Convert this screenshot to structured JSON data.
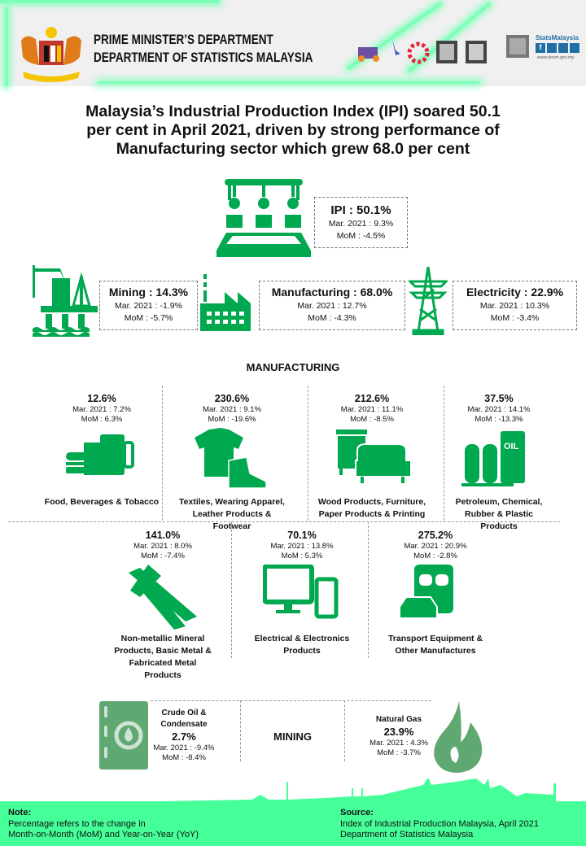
{
  "header": {
    "org_line1": "PRIME MINISTER’S DEPARTMENT",
    "org_line2": "DEPARTMENT OF STATISTICS MALAYSIA",
    "brand": "StatsMalaysia",
    "website": "www.dosm.gov.my"
  },
  "headline": [
    "Malaysia’s Industrial Production Index (IPI) soared 50.1",
    "per cent in April 2021, driven by strong performance of",
    "Manufacturing sector which grew 68.0 per cent"
  ],
  "ipi": {
    "title": "IPI : 50.1%",
    "mar": "Mar. 2021 : 9.3%",
    "mom": "MoM : -4.5%"
  },
  "sectors": {
    "mining": {
      "title": "Mining : 14.3%",
      "mar": "Mar. 2021 : -1.9%",
      "mom": "MoM : -5.7%"
    },
    "manufacturing": {
      "title": "Manufacturing : 68.0%",
      "mar": "Mar. 2021 : 12.7%",
      "mom": "MoM : -4.3%"
    },
    "electricity": {
      "title": "Electricity : 22.9%",
      "mar": "Mar. 2021 : 10.3%",
      "mom": "MoM : -3.4%"
    }
  },
  "manufacturing_section": {
    "title": "MANUFACTURING",
    "items": [
      {
        "pct": "12.6%",
        "mar": "Mar. 2021 : 7.2%",
        "mom": "MoM : 6.3%",
        "name": "Food, Beverages & Tobacco",
        "icon": "food-icon"
      },
      {
        "pct": "230.6%",
        "mar": "Mar. 2021 : 9.1%",
        "mom": "MoM : -19.6%",
        "name": "Textiles, Wearing Apparel, Leather Products & Footwear",
        "icon": "apparel-icon"
      },
      {
        "pct": "212.6%",
        "mar": "Mar. 2021 : 11.1%",
        "mom": "MoM : -8.5%",
        "name": "Wood Products, Furniture, Paper Products & Printing",
        "icon": "furniture-icon"
      },
      {
        "pct": "37.5%",
        "mar": "Mar. 2021 : 14.1%",
        "mom": "MoM : -13.3%",
        "name": "Petroleum, Chemical, Rubber & Plastic Products",
        "icon": "oil-tank-icon"
      },
      {
        "pct": "141.0%",
        "mar": "Mar. 2021 : 8.0%",
        "mom": "MoM : -7.4%",
        "name": "Non-metallic Mineral Products, Basic Metal & Fabricated Metal Products",
        "icon": "steel-beam-icon"
      },
      {
        "pct": "70.1%",
        "mar": "Mar. 2021 : 13.8%",
        "mom": "MoM : 5.3%",
        "name": "Electrical & Electronics Products",
        "icon": "computer-phone-icon"
      },
      {
        "pct": "275.2%",
        "mar": "Mar. 2021 : 20.9%",
        "mom": "MoM : -2.8%",
        "name": "Transport Equipment & Other Manufactures",
        "icon": "vehicle-icon"
      }
    ]
  },
  "mining_section": {
    "title": "MINING",
    "crude": {
      "name": "Crude Oil & Condensate",
      "pct": "2.7%",
      "mar": "Mar. 2021 : -9.4%",
      "mom": "MoM : -8.4%"
    },
    "gas": {
      "name": "Natural Gas",
      "pct": "23.9%",
      "mar": "Mar. 2021 : 4.3%",
      "mom": "MoM : -3.7%"
    }
  },
  "footer": {
    "note_label": "Note:",
    "note_line1": "Percentage refers to the change in",
    "note_line2": "Month-on-Month (MoM) and Year-on-Year (YoY)",
    "source_label": "Source:",
    "source_line1": "Index of Industrial Production Malaysia, April 2021",
    "source_line2": "Department of Statistics Malaysia"
  },
  "colors": {
    "green": "#00a84f",
    "muted_green": "#5fa872",
    "footer": "#45ff99"
  }
}
